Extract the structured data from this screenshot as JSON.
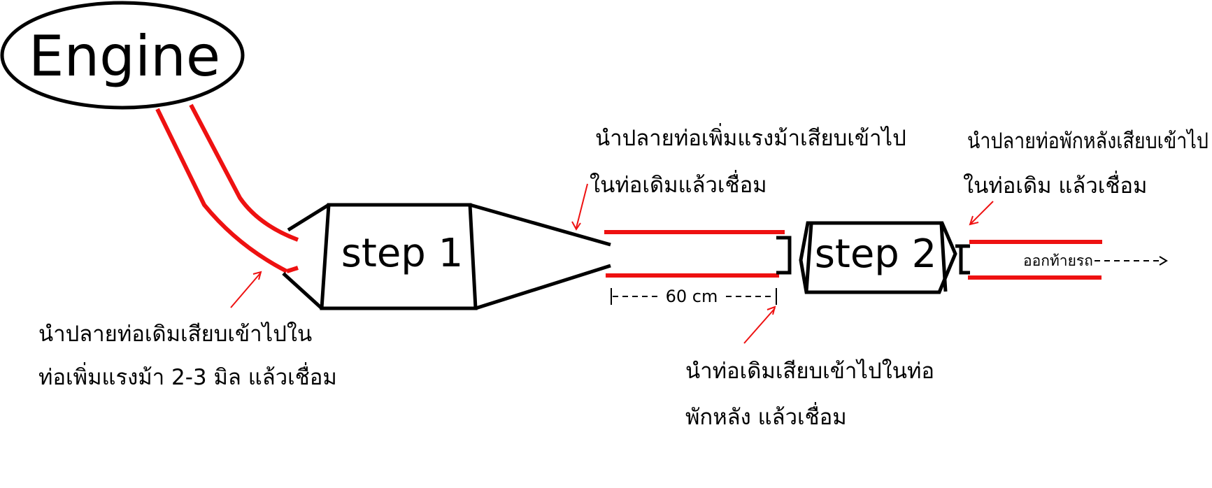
{
  "diagram": {
    "engine_label": "Engine",
    "step1_label": "step 1",
    "step2_label": "step 2",
    "dimension_label": "60 cm",
    "exit_label": "ออกท้ายรถ",
    "annotations": {
      "engine_pipe": {
        "line1": "นำปลายท่อเดิมเสียบเข้าไปใน",
        "line2": "ท่อเพิ่มแรงม้า 2-3 มิล แล้วเชื่อม"
      },
      "step1_outlet": {
        "line1": "นำปลายท่อเพิ่มแรงม้าเสียบเข้าไป",
        "line2": "ในท่อเดิมแล้วเชื่อม"
      },
      "step2_inlet": {
        "line1": "นำท่อเดิมเสียบเข้าไปในท่อ",
        "line2": "พักหลัง แล้วเชื่อม"
      },
      "step2_outlet": {
        "line1": "นำปลายท่อพักหลังเสียบเข้าไป",
        "line2": "ในท่อเดิม แล้วเชื่อม"
      }
    },
    "colors": {
      "pipe": "#ee1111",
      "outline": "#000000",
      "arrow": "#ee1111"
    }
  }
}
